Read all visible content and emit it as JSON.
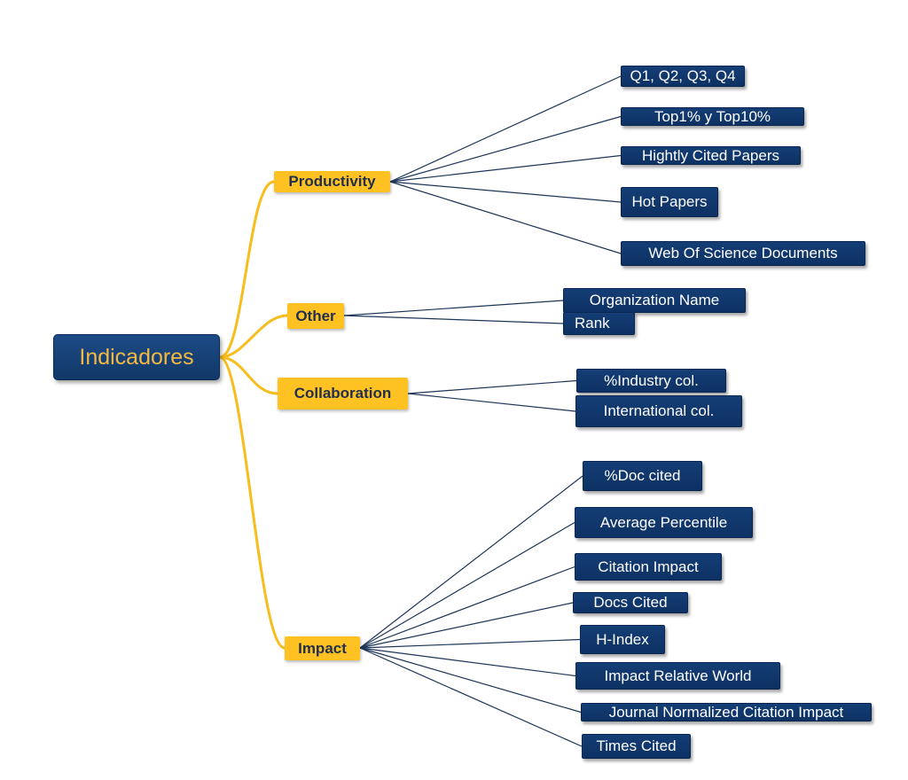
{
  "diagram": {
    "root": {
      "label": "Indicadores"
    },
    "colors": {
      "root_fill": "#15427a",
      "root_text": "#f4b942",
      "category_fill": "#ffc222",
      "category_text": "#1f2f4d",
      "leaf_fill": "#113a6e",
      "leaf_text": "#ffffff",
      "root_connector": "#f7bd1d",
      "leaf_connector": "#1d3558"
    },
    "categories": [
      {
        "label": "Productivity",
        "leaves": [
          "Q1, Q2, Q3, Q4",
          "Top1% y Top10%",
          "Hightly Cited Papers",
          "Hot Papers",
          "Web Of Science Documents"
        ]
      },
      {
        "label": "Other",
        "leaves": [
          "Organization Name",
          "Rank"
        ]
      },
      {
        "label": "Collaboration",
        "leaves": [
          "%Industry col.",
          "International col."
        ]
      },
      {
        "label": "Impact",
        "leaves": [
          "%Doc cited",
          "Average Percentile",
          "Citation Impact",
          "Docs Cited",
          "H-Index",
          "Impact Relative World",
          "Journal Normalized Citation Impact",
          "Times Cited"
        ]
      }
    ]
  }
}
